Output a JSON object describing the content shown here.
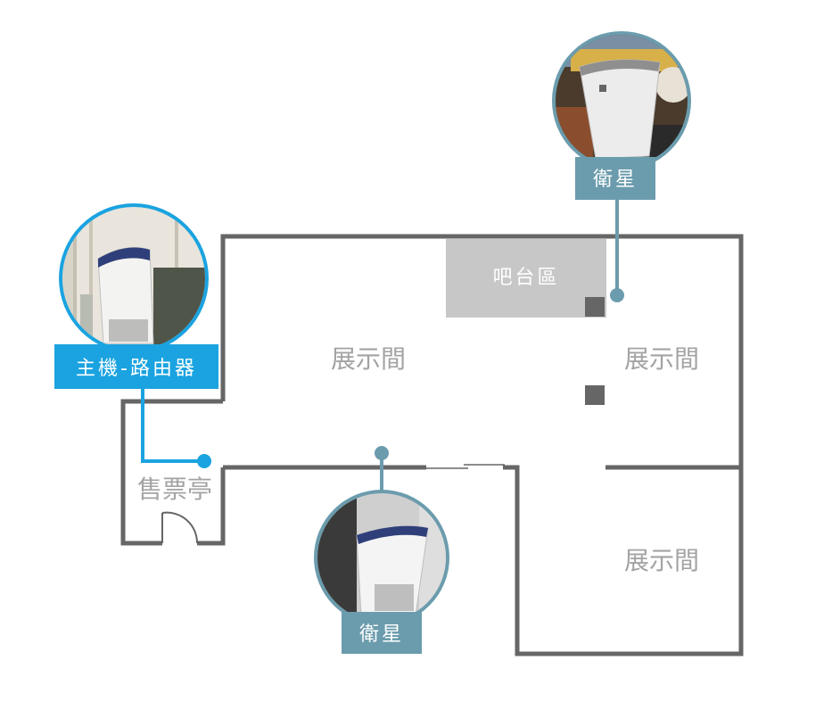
{
  "rooms": {
    "exhibit_left": "展示間",
    "exhibit_right_top": "展示間",
    "exhibit_right_bottom": "展示間",
    "bar_area": "吧台區",
    "ticket_booth": "售票亭"
  },
  "devices": {
    "main_router": {
      "label": "主機-路由器",
      "color": "#1aa3e0"
    },
    "satellite_top": {
      "label": "衛星",
      "color": "#6b9cad"
    },
    "satellite_bottom": {
      "label": "衛星",
      "color": "#6b9cad"
    }
  },
  "colors": {
    "wall": "#666666",
    "bar_fill": "#c7c7c7",
    "pillar": "#666666"
  }
}
